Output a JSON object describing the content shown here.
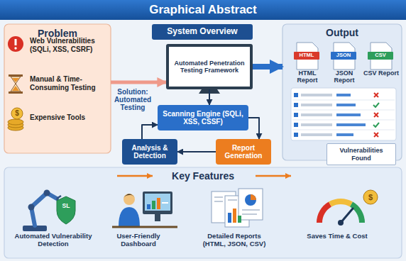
{
  "diagram": {
    "title": "Graphical Abstract",
    "nodes": [
      {
        "text": [
          "Problem",
          "Web Vulnerabilities (SQLi, XSS, CSRF)",
          "Manual & Time-Consuming Testing",
          "Expensive Tools"
        ]
      },
      {
        "text": [
          "System Overview"
        ]
      },
      {
        "text": [
          "Automated Penetration Testing Framework"
        ]
      },
      {
        "text": [
          "Scanning Engine (SQLi, XSS, CSSF)"
        ]
      },
      {
        "text": [
          "Analysis & Detection"
        ]
      },
      {
        "text": [
          "Report Generation"
        ]
      },
      {
        "text": [
          "Output",
          "HTML Report",
          "JSON Report",
          "CSV Report"
        ]
      },
      {
        "text": [
          "Vulnerabilities Found"
        ],
        "in": 6
      },
      {
        "text": [
          "Key Features",
          "Automated Vulnerability Detection",
          "User-Friendly Dashboard",
          "Detailed Reports (HTML, JSON, CSV)",
          "Saves Time & Cost"
        ]
      }
    ],
    "edges": [
      {
        "from": 0,
        "to": 2,
        "arrow": "to",
        "label": "Solution: Automated Testing"
      },
      {
        "from": 2,
        "to": 6,
        "arrow": "to"
      },
      {
        "from": 2,
        "to": 3,
        "arrow": "to"
      },
      {
        "from": 3,
        "to": 5,
        "arrow": "to"
      },
      {
        "from": 5,
        "to": 4,
        "arrow": "to"
      },
      {
        "from": 4,
        "to": 3,
        "arrow": "to"
      }
    ],
    "labels": [
      "HTML",
      "JSON",
      "CSV",
      "SL",
      "$",
      "$"
    ]
  }
}
